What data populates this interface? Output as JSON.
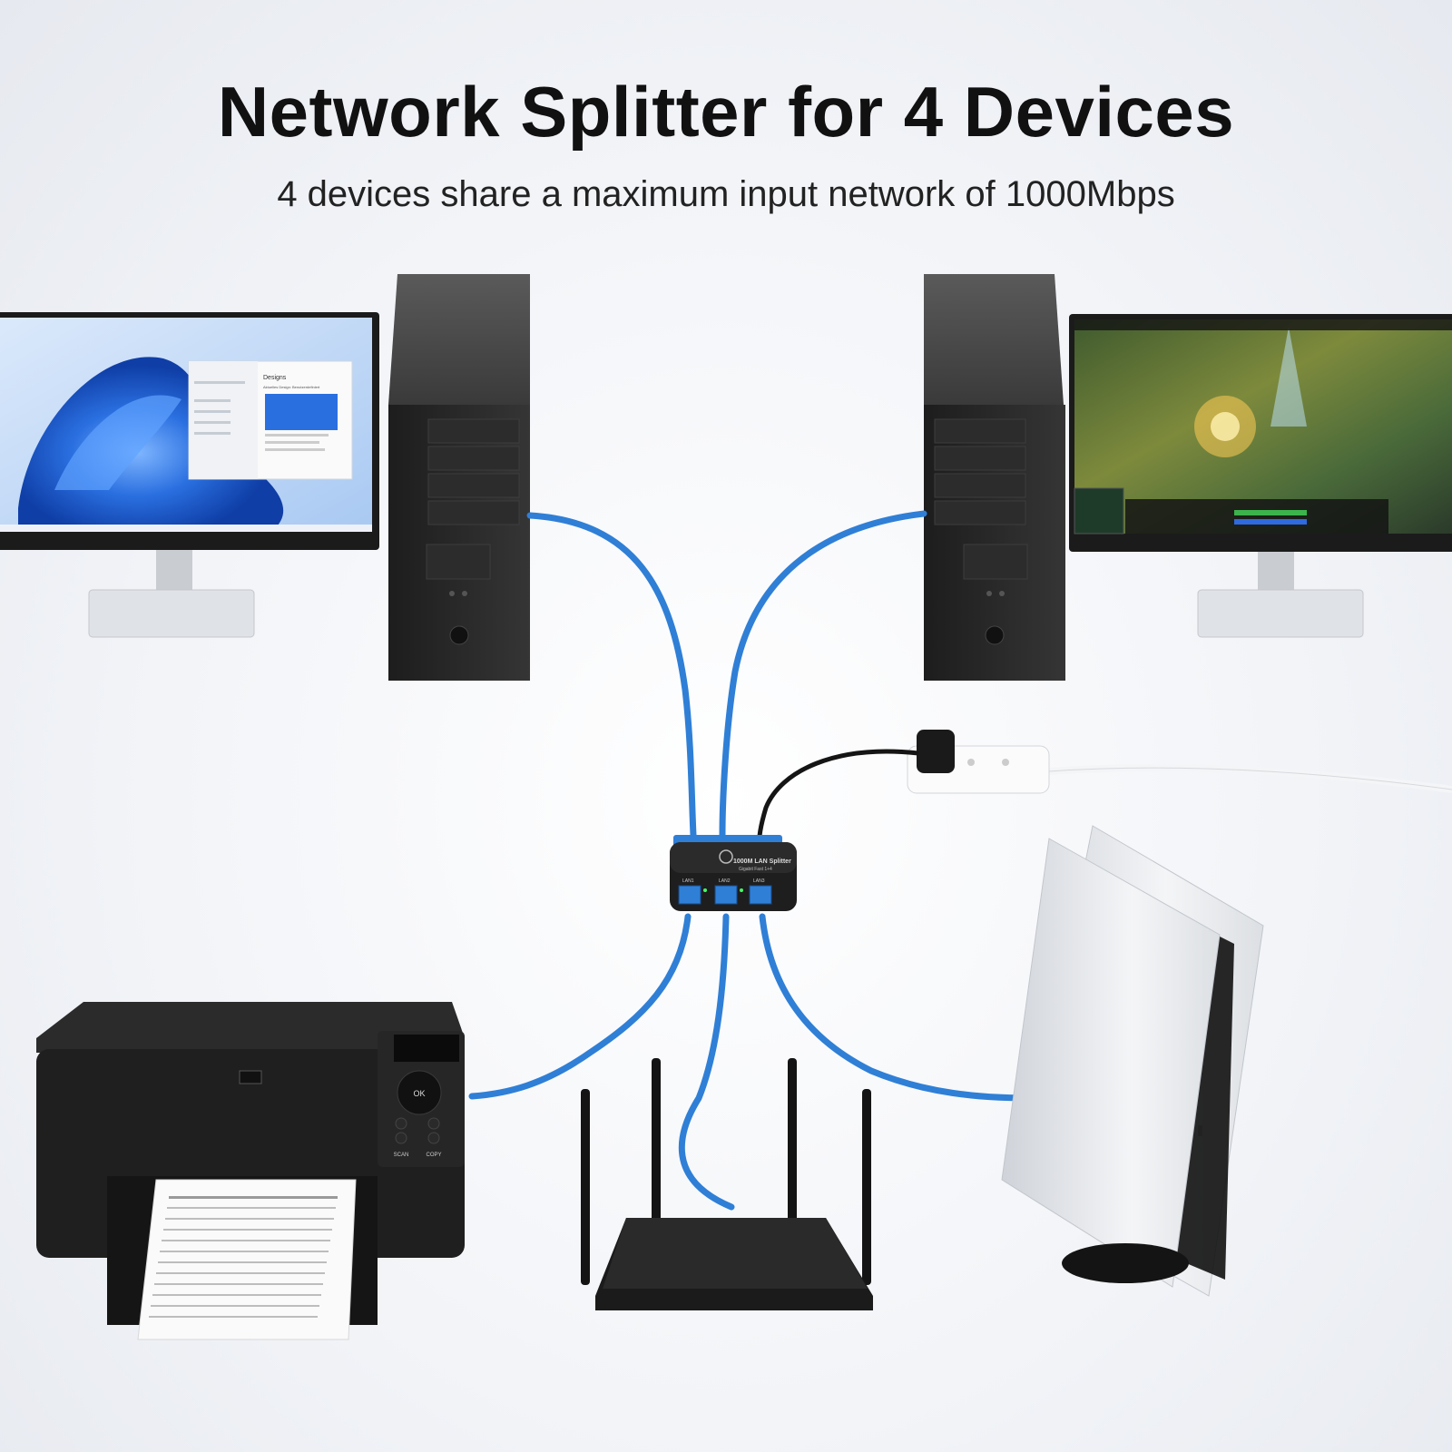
{
  "title": "Network Splitter for 4 Devices",
  "subtitle": "4 devices share a maximum input network of 1000Mbps",
  "splitter": {
    "line1": "1000M LAN Splitter",
    "line2": "Gigabit Fast 1+4",
    "ports": [
      "LAN1",
      "LAN2",
      "LAN3"
    ]
  },
  "left_screen": {
    "window_heading": "Designs",
    "window_line": "Aktuelles Design: Benutzerdefiniert"
  },
  "printer": {
    "ok_label": "OK",
    "scan_label": "SCAN",
    "copy_label": "COPY"
  },
  "colors": {
    "cable": "#2f7fd6",
    "device_dark": "#262626",
    "background": "#eef1f5"
  }
}
